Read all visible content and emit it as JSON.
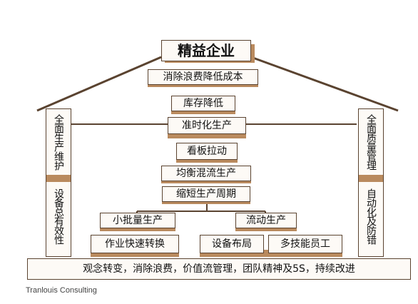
{
  "colors": {
    "line": "#5a4330",
    "accent": "#b98a5e",
    "box_fill": "#fdfaf6"
  },
  "title": "精益企业",
  "roof_levels": [
    "消除浪费降低成本",
    "库存降低",
    "准时化生产"
  ],
  "center_column": [
    "看板拉动",
    "均衡混流生产",
    "缩短生产周期"
  ],
  "left_branch": {
    "top": "小批量生产",
    "bottom": "作业快速转换"
  },
  "right_branch": {
    "top": "流动生产",
    "bottom_left": "设备布局",
    "bottom_right": "多技能员工"
  },
  "left_pillar": {
    "upper": "全面生产维护",
    "lower": "设备总有效性"
  },
  "right_pillar": {
    "upper": "全面质量管理",
    "lower": "自动化及防错"
  },
  "foundation": "观念转变，消除浪费，价值流管理，团队精神及5S，持续改进",
  "credit": "Tranlouis Consulting"
}
